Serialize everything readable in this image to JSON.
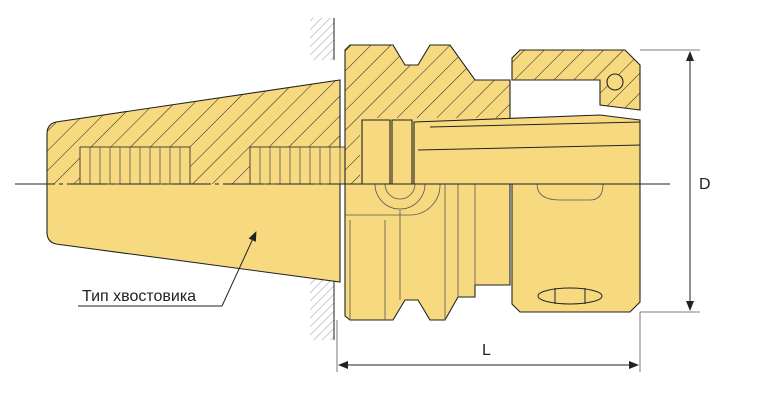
{
  "labels": {
    "shank_type": "Тип хвостовика",
    "diameter": "D",
    "length": "L"
  },
  "colors": {
    "body_fill": "#F7DA80",
    "outline": "#222222"
  }
}
